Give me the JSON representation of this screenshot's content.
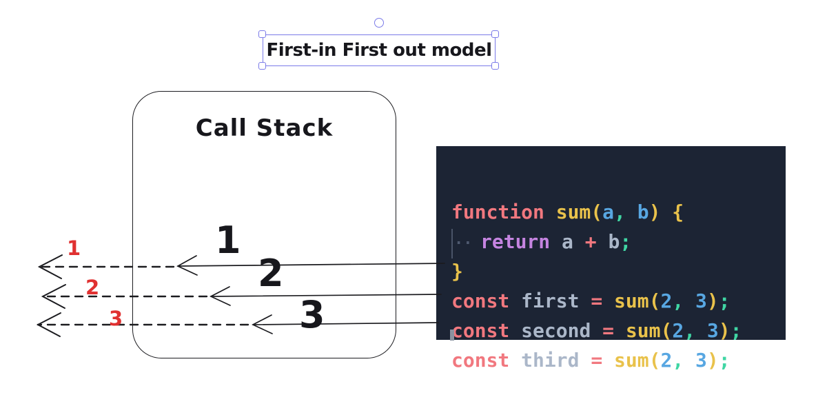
{
  "title": {
    "text": "First-in First out model"
  },
  "stack": {
    "label": "Call Stack"
  },
  "sequence": {
    "call_numbers": [
      "1",
      "2",
      "3"
    ],
    "return_numbers": [
      "1",
      "2",
      "3"
    ]
  },
  "colors": {
    "selection_accent": "#7a7ae8",
    "ink": "#1b1b1f",
    "return_label_red": "#e03131",
    "code_background": "#1c2434",
    "keyword_salmon": "#f1787f",
    "function_gold": "#e9c24b",
    "value_blue": "#58a7e2",
    "punctuation_teal": "#40d6a4",
    "return_purple": "#c584e0",
    "variable_slate": "#abb7c9"
  },
  "code": {
    "lines": [
      {
        "tokens": [
          {
            "t": "function ",
            "c": "kw"
          },
          {
            "t": "sum(",
            "c": "fn"
          },
          {
            "t": "a",
            "c": "pr"
          },
          {
            "t": ",",
            "c": "pu"
          },
          {
            "t": " ",
            "c": "pl"
          },
          {
            "t": "b",
            "c": "pr"
          },
          {
            "t": ") {",
            "c": "fn"
          }
        ]
      },
      {
        "tokens": [
          {
            "t": "··",
            "c": "gd"
          },
          {
            "t": "return ",
            "c": "rw"
          },
          {
            "t": "a ",
            "c": "vr"
          },
          {
            "t": "+ ",
            "c": "kw"
          },
          {
            "t": "b",
            "c": "vr"
          },
          {
            "t": ";",
            "c": "pu"
          }
        ]
      },
      {
        "tokens": [
          {
            "t": "}",
            "c": "fn"
          }
        ]
      },
      {
        "tokens": [
          {
            "t": "const ",
            "c": "kw"
          },
          {
            "t": "first ",
            "c": "vr"
          },
          {
            "t": "= ",
            "c": "kw"
          },
          {
            "t": "sum(",
            "c": "fn"
          },
          {
            "t": "2",
            "c": "pr"
          },
          {
            "t": ",",
            "c": "pu"
          },
          {
            "t": " ",
            "c": "pl"
          },
          {
            "t": "3",
            "c": "pr"
          },
          {
            "t": ")",
            "c": "fn"
          },
          {
            "t": ";",
            "c": "pu"
          }
        ]
      },
      {
        "tokens": [
          {
            "t": "const ",
            "c": "kw"
          },
          {
            "t": "second ",
            "c": "vr"
          },
          {
            "t": "= ",
            "c": "kw"
          },
          {
            "t": "sum(",
            "c": "fn"
          },
          {
            "t": "2",
            "c": "pr"
          },
          {
            "t": ",",
            "c": "pu"
          },
          {
            "t": " ",
            "c": "pl"
          },
          {
            "t": "3",
            "c": "pr"
          },
          {
            "t": ")",
            "c": "fn"
          },
          {
            "t": ";",
            "c": "pu"
          }
        ]
      },
      {
        "tokens": [
          {
            "t": "const ",
            "c": "kw"
          },
          {
            "t": "third ",
            "c": "vr"
          },
          {
            "t": "= ",
            "c": "kw"
          },
          {
            "t": "sum(",
            "c": "fn"
          },
          {
            "t": "2",
            "c": "pr"
          },
          {
            "t": ",",
            "c": "pu"
          },
          {
            "t": " ",
            "c": "pl"
          },
          {
            "t": "3",
            "c": "pr"
          },
          {
            "t": ")",
            "c": "fn"
          },
          {
            "t": ";",
            "c": "pu"
          }
        ]
      }
    ]
  }
}
